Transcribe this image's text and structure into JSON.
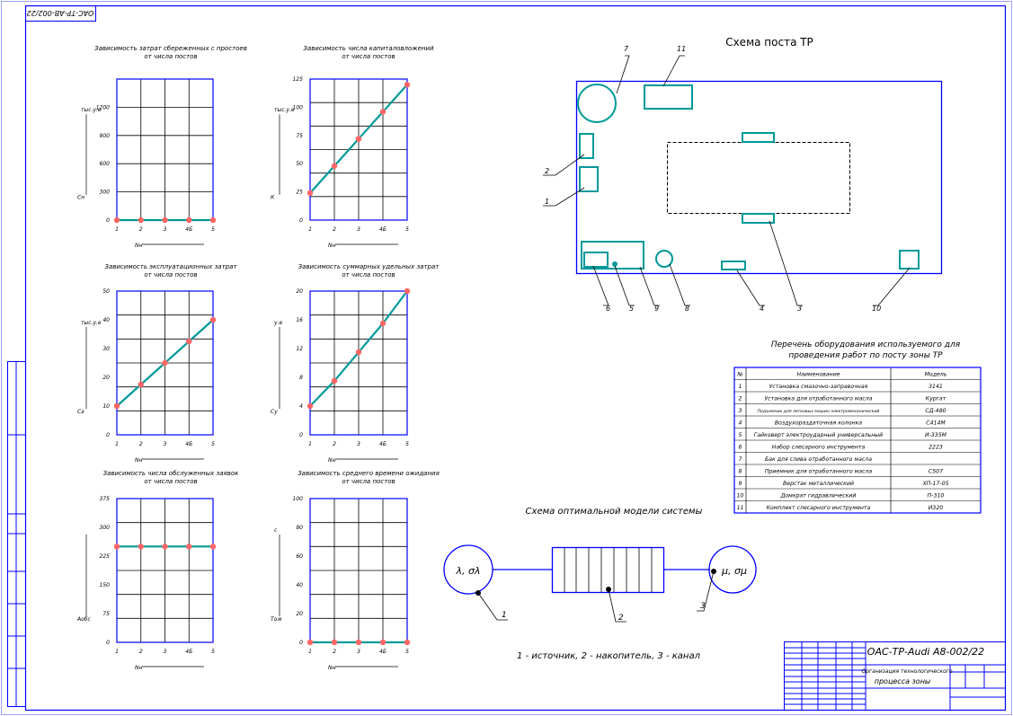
{
  "drawing": {
    "stamp_top_left": "ОАС-ТР-АВ-002/22",
    "title_block": {
      "code": "ОАС-ТР-Audi A8-002/22",
      "doc_title_1": "Организация технологического",
      "doc_title_2": "процесса зоны"
    }
  },
  "colors": {
    "frame": "#0000ff",
    "series_line": "#009999",
    "series_point": "#ff6666",
    "equipment": "#009999",
    "leader": "#000000"
  },
  "chart_data": [
    {
      "type": "line",
      "title": "Зависимость затрат сбереженных с простоев от числа постов",
      "x_ticks": [
        "1",
        "2",
        "3",
        "4Б",
        "5"
      ],
      "x_label": "Nн",
      "y_label": "Сн",
      "y_unit": "тыс.у.е",
      "y_ticks": [
        "0",
        "300",
        "600",
        "900",
        "1200"
      ],
      "ylim": [
        0,
        1500
      ],
      "x": [
        1,
        2,
        3,
        4,
        5
      ],
      "y": [
        0,
        0,
        0,
        0,
        0
      ]
    },
    {
      "type": "line",
      "title": "Зависимость числа капиталовложений от числа постов",
      "x_ticks": [
        "1",
        "2",
        "3",
        "4Б",
        "5"
      ],
      "x_label": "Nн",
      "y_label": "К",
      "y_unit": "тыс.у.е",
      "y_ticks": [
        "0",
        "25",
        "50",
        "75",
        "100",
        "125"
      ],
      "ylim": [
        0,
        125
      ],
      "x": [
        1,
        2,
        3,
        4,
        5
      ],
      "y": [
        24,
        48,
        72,
        96,
        120
      ]
    },
    {
      "type": "line",
      "title": "Зависимость эксплуатационных затрат от числа постов",
      "x_ticks": [
        "1",
        "2",
        "3",
        "4Б",
        "5"
      ],
      "x_label": "Nн",
      "y_label": "Сэ",
      "y_unit": "тыс.у.е",
      "y_ticks": [
        "0",
        "10",
        "20",
        "30",
        "40",
        "50"
      ],
      "ylim": [
        0,
        50
      ],
      "x": [
        1,
        2,
        3,
        4,
        5
      ],
      "y": [
        10,
        17.5,
        25,
        32.5,
        40
      ]
    },
    {
      "type": "line",
      "title": "Зависимость суммарных удельных затрат от числа постов",
      "x_ticks": [
        "1",
        "2",
        "3",
        "4Б",
        "5"
      ],
      "x_label": "Nн",
      "y_label": "Су",
      "y_unit": "у.е",
      "y_ticks": [
        "0",
        "4",
        "8",
        "12",
        "16",
        "20"
      ],
      "ylim": [
        0,
        20
      ],
      "x": [
        1,
        2,
        3,
        4,
        5
      ],
      "y": [
        4,
        7.5,
        11.5,
        15.5,
        20
      ]
    },
    {
      "type": "line",
      "title": "Зависимость числа обслуженных заявок от числа постов",
      "x_ticks": [
        "1",
        "2",
        "3",
        "4Б",
        "5"
      ],
      "x_label": "Nн",
      "y_label": "Aобс",
      "y_unit": "",
      "y_ticks": [
        "0",
        "75",
        "150",
        "225",
        "300",
        "375"
      ],
      "ylim": [
        0,
        375
      ],
      "x": [
        1,
        2,
        3,
        4,
        5
      ],
      "y": [
        250,
        250,
        250,
        250,
        250
      ]
    },
    {
      "type": "line",
      "title": "Зависимость среднего времени ожидания от числа постов",
      "x_ticks": [
        "1",
        "2",
        "3",
        "4Б",
        "5"
      ],
      "x_label": "Nн",
      "y_label": "Tож",
      "y_unit": "с",
      "y_ticks": [
        "0",
        "20",
        "40",
        "60",
        "80",
        "100"
      ],
      "ylim": [
        0,
        100
      ],
      "x": [
        1,
        2,
        3,
        4,
        5
      ],
      "y": [
        0,
        0,
        0,
        0,
        0
      ]
    }
  ],
  "post_scheme": {
    "title": "Схема поста ТР",
    "labels": [
      "1",
      "2",
      "3",
      "4",
      "5",
      "6",
      "7",
      "8",
      "9",
      "10",
      "11"
    ]
  },
  "equipment_table": {
    "title_1": "Перечень оборудования используемого для",
    "title_2": "проведения работ по посту зоны ТР",
    "headers": [
      "№",
      "Наименование",
      "Модель"
    ],
    "rows": [
      [
        "1",
        "Установка смазочно-заправочная",
        "3141"
      ],
      [
        "2",
        "Установка для отработанного масла",
        "Кургат"
      ],
      [
        "3",
        "Подъемник для легковых машин электромеханический",
        "СД-480"
      ],
      [
        "4",
        "Воздухораздаточная колонка",
        "С414М"
      ],
      [
        "5",
        "Гайковерт электроударный универсальный",
        "И-335М"
      ],
      [
        "6",
        "Набор слесарного инструмента",
        "2223"
      ],
      [
        "7",
        "Бак для слива отработанного масла",
        ""
      ],
      [
        "8",
        "Приемник для отработанного масла",
        "С507"
      ],
      [
        "9",
        "Верстак металлический",
        "ХП-17-05"
      ],
      [
        "10",
        "Домкрат гидравлический",
        "П-310"
      ],
      [
        "11",
        "Комплект слесарного инструмента",
        "И320"
      ]
    ]
  },
  "queue_model": {
    "title": "Схема оптимальной модели системы",
    "source_symbol": "λ, σλ",
    "channel_symbol": "μ, σμ",
    "labels": [
      "1",
      "2",
      "3"
    ],
    "legend": "1 - источник, 2 - накопитель, 3 - канал"
  }
}
